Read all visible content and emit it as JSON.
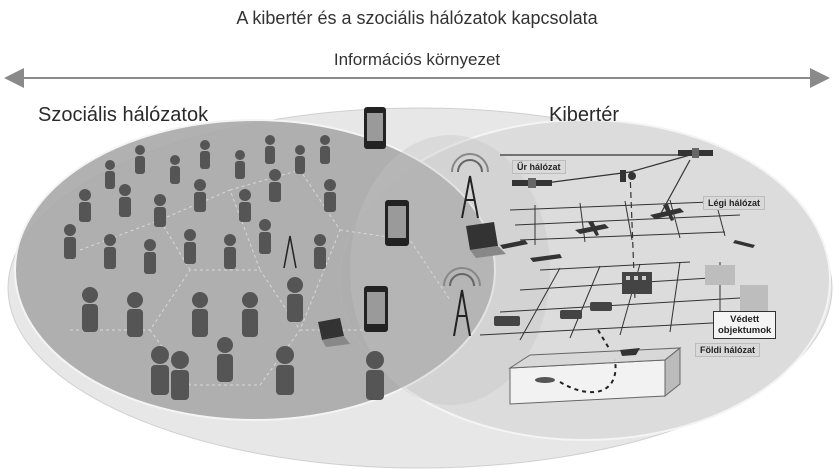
{
  "title": "A kibertér és a szociális hálózatok kapcsolata",
  "subtitle": "Információs környezet",
  "sets": {
    "left_label": "Szociális hálózatok",
    "right_label": "Kibertér"
  },
  "networks": {
    "space": "Űr hálózat",
    "air": "Légi hálózat",
    "ground": "Földi hálózat",
    "protected_line1": "Védett",
    "protected_line2": "objektumok"
  },
  "colors": {
    "outer_ellipse": "#e6e6e6",
    "social_set": "#a9a9a9",
    "cyber_set": "#dcdcdc",
    "figure": "#555555",
    "arrow": "#8a8a8a"
  }
}
